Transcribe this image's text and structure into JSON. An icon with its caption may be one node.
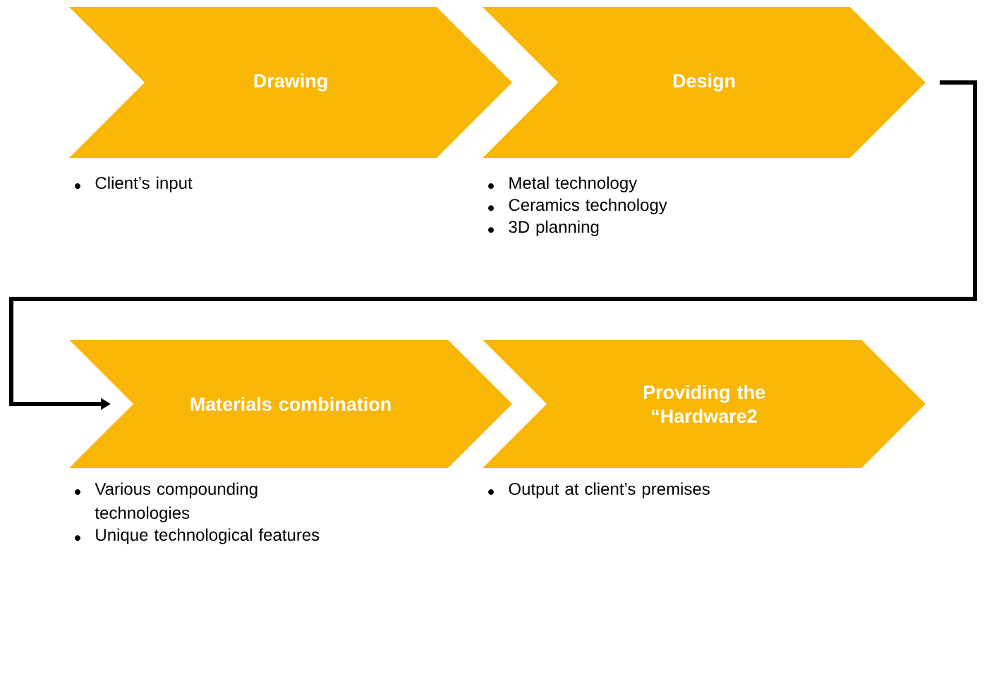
{
  "diagram": {
    "nodes": [
      {
        "text": [
          "Drawing"
        ],
        "beside": [
          "Client’s input"
        ]
      },
      {
        "text": [
          "Design"
        ],
        "beside": [
          "Metal technology",
          "Ceramics technology",
          "3D planning"
        ]
      },
      {
        "text": [
          "Materials combination"
        ],
        "beside": [
          "Various compounding technologies",
          "Unique technological features"
        ]
      },
      {
        "text": [
          "Providing the “Hardware2"
        ],
        "beside": [
          "Output at client’s premises"
        ]
      }
    ],
    "edges": [
      {
        "from": 1,
        "to": 2,
        "arrow": "to"
      }
    ]
  }
}
